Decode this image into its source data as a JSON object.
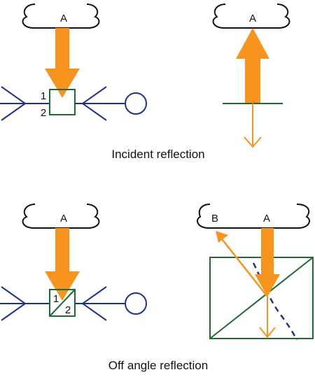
{
  "colors": {
    "orange": "#f7941d",
    "navy": "#1f2f8f",
    "green": "#1e6b34",
    "black": "#111111",
    "background": "#ffffff"
  },
  "labels": {
    "a_top_left": "A",
    "a_top_right": "A",
    "a_bottom_left": "A",
    "a_bottom_right": "A",
    "b_bottom_right": "B",
    "face_1_top": "1",
    "face_2_top": "2",
    "face_1_bottom": "1",
    "face_2_bottom": "2",
    "caption_top": "Incident reflection",
    "caption_bottom": "Off angle reflection"
  }
}
